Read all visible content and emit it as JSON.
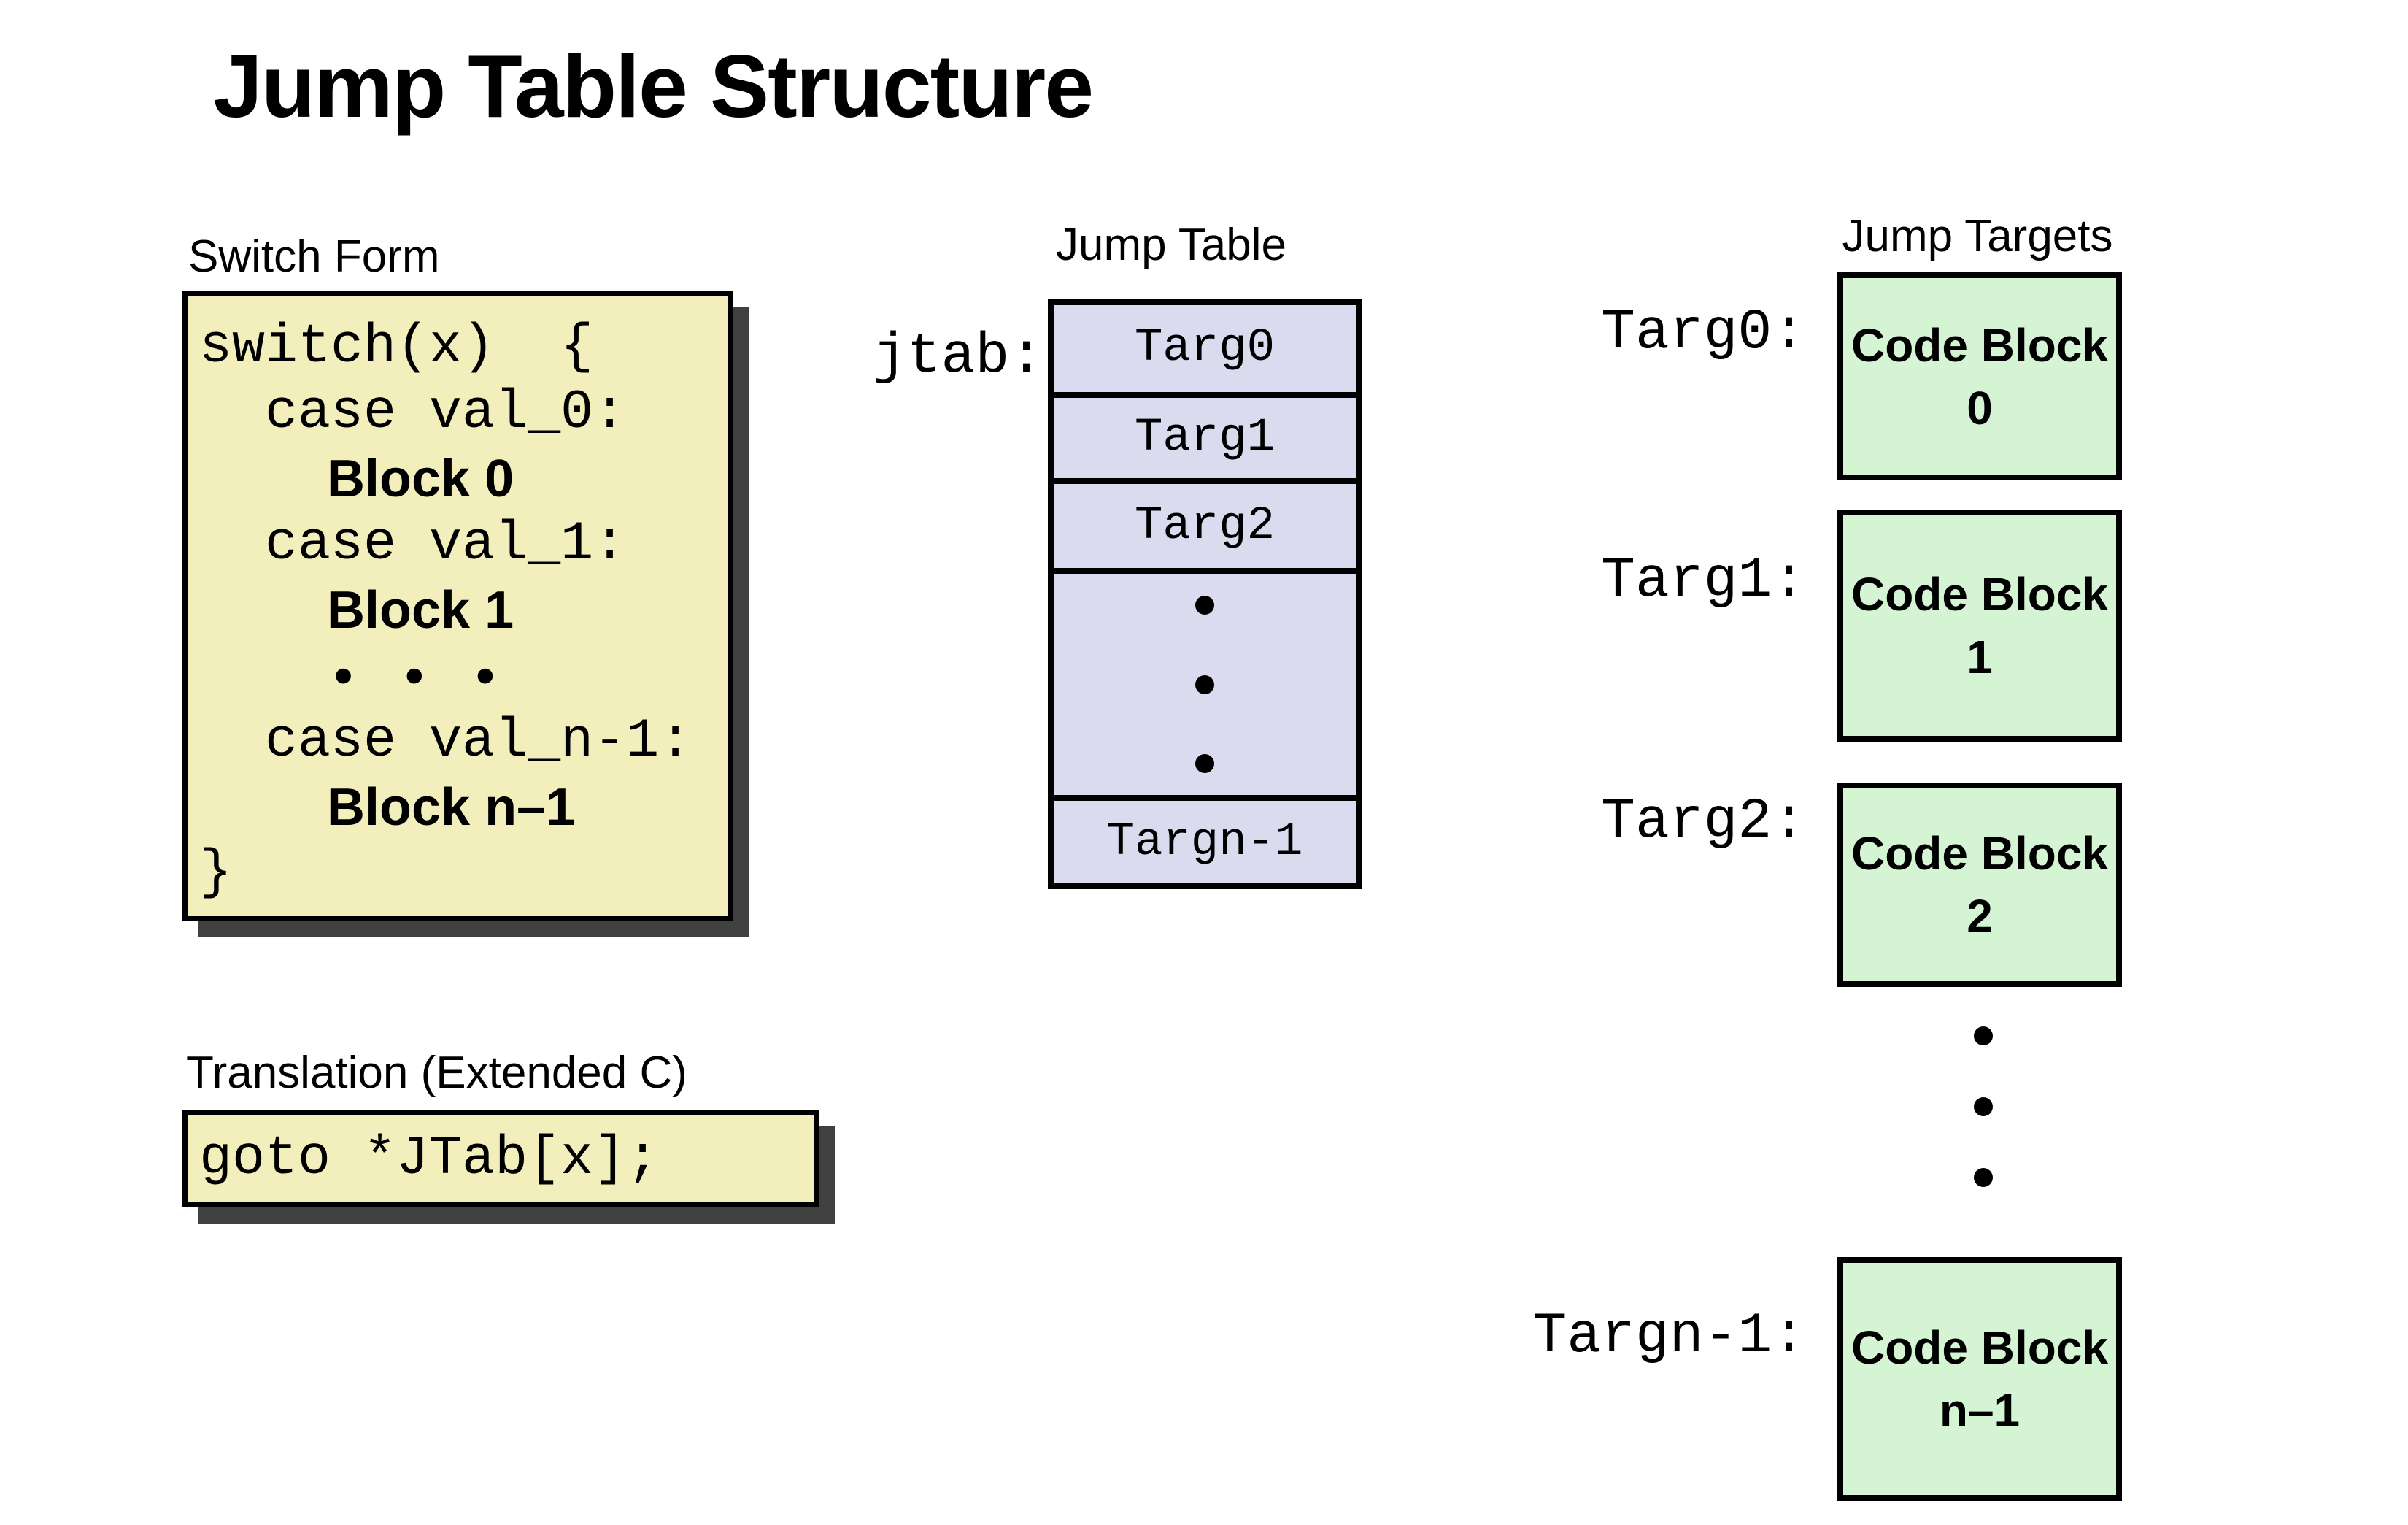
{
  "slide": {
    "title": "Jump Table Structure"
  },
  "colors": {
    "code_box_bg": "#f3efbc",
    "jump_table_bg": "#dbdbf0",
    "target_box_bg": "#d4f4d4",
    "box_shadow": "#404040",
    "border": "#000000",
    "text": "#000000"
  },
  "switch_form": {
    "heading": "Switch Form",
    "code_lines": {
      "l1": "switch(x)  {",
      "l2": "  case val_0:",
      "l3": "Block 0",
      "l4": "  case val_1:",
      "l5": "Block 1",
      "l6": "• • •",
      "l7": "  case val_n-1:",
      "l8": "Block n–1",
      "l9": "}"
    }
  },
  "translation": {
    "heading": "Translation (Extended C)",
    "code": "goto *JTab[x];"
  },
  "jump_table": {
    "heading": "Jump Table",
    "pointer_label": "jtab:",
    "entries": {
      "e0": "Targ0",
      "e1": "Targ1",
      "e2": "Targ2",
      "last": "Targn-1"
    }
  },
  "jump_targets": {
    "heading": "Jump Targets",
    "items": [
      {
        "label": "Targ0:",
        "line1": "Code Block",
        "line2": "0"
      },
      {
        "label": "Targ1:",
        "line1": "Code Block",
        "line2": "1"
      },
      {
        "label": "Targ2:",
        "line1": "Code Block",
        "line2": "2"
      },
      {
        "label": "Targn-1:",
        "line1": "Code Block",
        "line2": "n–1"
      }
    ]
  }
}
